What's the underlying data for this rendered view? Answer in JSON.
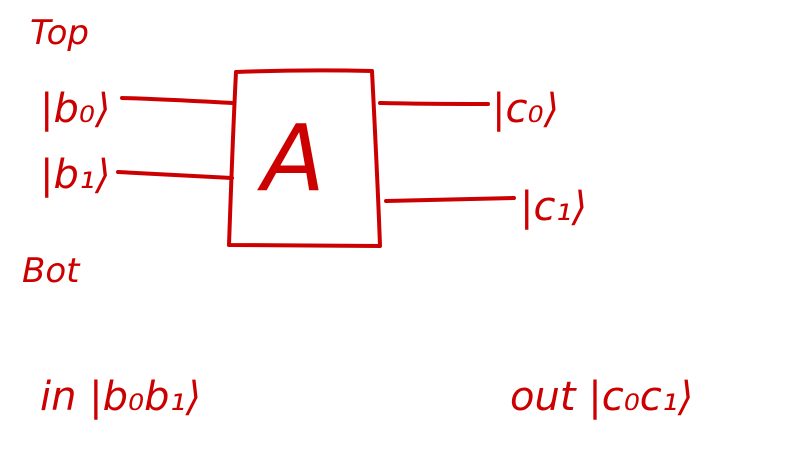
{
  "ink_color": "#cc0000",
  "background": "#ffffff",
  "labels": {
    "top": "Top",
    "bottom": "Bot",
    "input_b0": "|b₀⟩",
    "input_b1": "|b₁⟩",
    "gate": "A",
    "output_c0": "|c₀⟩",
    "output_c1": "|c₁⟩",
    "in_state": "in |b₀b₁⟩",
    "out_state": "out |c₀c₁⟩"
  }
}
